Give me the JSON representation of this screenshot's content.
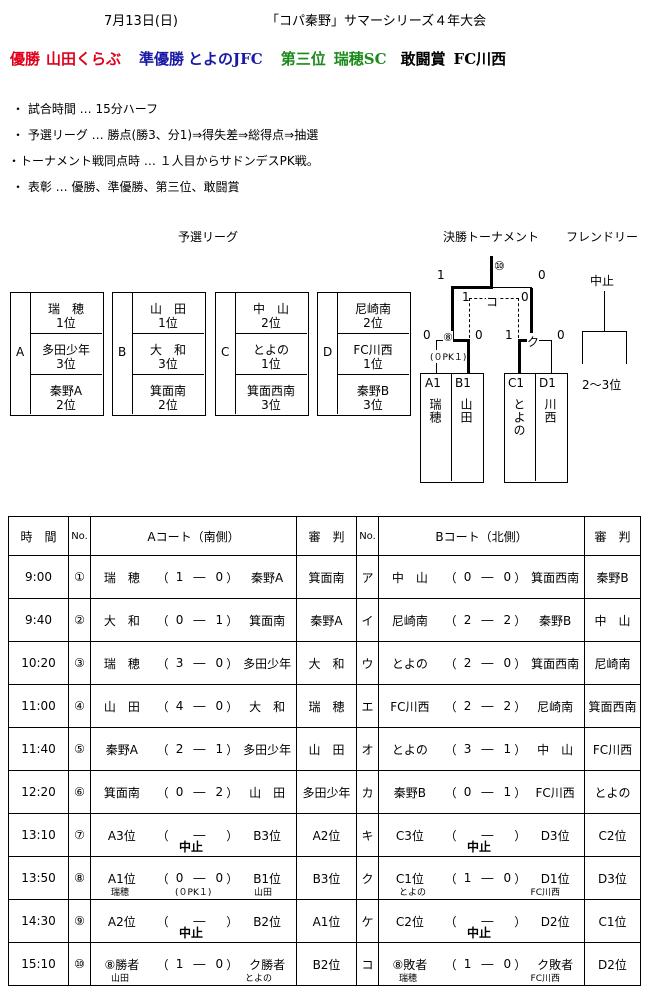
{
  "header": {
    "date": "7月13日(日)",
    "title": "「コパ秦野」サマーシリーズ４年大会"
  },
  "results": {
    "champion_label": "優勝",
    "champion": "山田くらぶ",
    "runner_up_label": "準優勝",
    "runner_up": "とよのJFC",
    "third_label": "第三位",
    "third": "瑞穂SC",
    "fighting_label": "敢闘賞",
    "fighting": "FC川西"
  },
  "colors": {
    "red": "#e0001b",
    "blue": "#1a1aa6",
    "green": "#1a8a1a",
    "black": "#000000"
  },
  "rules": [
    "・ 試合時間 … 15分ハーフ",
    "・ 予選リーグ … 勝点(勝3、分1)⇒得失差⇒総得点⇒抽選",
    "・トーナメント戦同点時 … １人目からサドンデスPK戦。",
    "・ 表彰 … 優勝、準優勝、第三位、敢闘賞"
  ],
  "sections": {
    "league": "予選リーグ",
    "tournament": "決勝トーナメント",
    "friendly": "フレンドリー"
  },
  "groups": [
    {
      "letter": "A",
      "teams": [
        {
          "name": "瑞　穂",
          "rank": "1位"
        },
        {
          "name": "多田少年",
          "rank": "3位"
        },
        {
          "name": "秦野A",
          "rank": "2位"
        }
      ]
    },
    {
      "letter": "B",
      "teams": [
        {
          "name": "山　田",
          "rank": "1位"
        },
        {
          "name": "大　和",
          "rank": "3位"
        },
        {
          "name": "箕面南",
          "rank": "2位"
        }
      ]
    },
    {
      "letter": "C",
      "teams": [
        {
          "name": "中　山",
          "rank": "2位"
        },
        {
          "name": "とよの",
          "rank": "1位"
        },
        {
          "name": "箕面西南",
          "rank": "3位"
        }
      ]
    },
    {
      "letter": "D",
      "teams": [
        {
          "name": "尼崎南",
          "rank": "2位"
        },
        {
          "name": "FC川西",
          "rank": "1位"
        },
        {
          "name": "秦野B",
          "rank": "3位"
        }
      ]
    }
  ],
  "bracket": {
    "final_no": "⑩",
    "semi1_no": "⑧",
    "semi1_pk": "(０PK１)",
    "semi2_label": "ク",
    "third_label": "コ",
    "slots": [
      {
        "code": "A1",
        "team": "瑞穂"
      },
      {
        "code": "B1",
        "team": "山田"
      },
      {
        "code": "C1",
        "team": "とよの"
      },
      {
        "code": "D1",
        "team": "川西"
      }
    ],
    "scores": {
      "final_left": "1",
      "final_right": "0",
      "third_left": "1",
      "third_right": "0",
      "s1_left": "0",
      "s1_right": "0",
      "s2_left": "1",
      "s2_right": "0"
    }
  },
  "friendly": {
    "status": "中止",
    "label": "2～3位"
  },
  "schedule": {
    "headers": {
      "time": "時　間",
      "no": "No.",
      "courtA": "Aコート（南側）",
      "ref": "審　判",
      "courtB": "Bコート（北側）"
    },
    "rows": [
      {
        "time": "9:00",
        "a_no": "①",
        "a_home": "瑞　穂",
        "a_hs": "1",
        "a_as": "0",
        "a_away": "秦野A",
        "a_ref": "箕面南",
        "b_no": "ア",
        "b_home": "中　山",
        "b_hs": "0",
        "b_as": "0",
        "b_away": "箕面西南",
        "b_ref": "秦野B"
      },
      {
        "time": "9:40",
        "a_no": "②",
        "a_home": "大　和",
        "a_hs": "0",
        "a_as": "1",
        "a_away": "箕面南",
        "a_ref": "秦野A",
        "b_no": "イ",
        "b_home": "尼崎南",
        "b_hs": "2",
        "b_as": "2",
        "b_away": "秦野B",
        "b_ref": "中　山"
      },
      {
        "time": "10:20",
        "a_no": "③",
        "a_home": "瑞　穂",
        "a_hs": "3",
        "a_as": "0",
        "a_away": "多田少年",
        "a_ref": "大　和",
        "b_no": "ウ",
        "b_home": "とよの",
        "b_hs": "2",
        "b_as": "0",
        "b_away": "箕面西南",
        "b_ref": "尼崎南"
      },
      {
        "time": "11:00",
        "a_no": "④",
        "a_home": "山　田",
        "a_hs": "4",
        "a_as": "0",
        "a_away": "大　和",
        "a_ref": "瑞　穂",
        "b_no": "エ",
        "b_home": "FC川西",
        "b_hs": "2",
        "b_as": "2",
        "b_away": "尼崎南",
        "b_ref": "箕面西南"
      },
      {
        "time": "11:40",
        "a_no": "⑤",
        "a_home": "秦野A",
        "a_hs": "2",
        "a_as": "1",
        "a_away": "多田少年",
        "a_ref": "山　田",
        "b_no": "オ",
        "b_home": "とよの",
        "b_hs": "3",
        "b_as": "1",
        "b_away": "中　山",
        "b_ref": "FC川西"
      },
      {
        "time": "12:20",
        "a_no": "⑥",
        "a_home": "箕面南",
        "a_hs": "0",
        "a_as": "2",
        "a_away": "山　田",
        "a_ref": "多田少年",
        "b_no": "カ",
        "b_home": "秦野B",
        "b_hs": "0",
        "b_as": "1",
        "b_away": "FC川西",
        "b_ref": "とよの"
      },
      {
        "time": "13:10",
        "a_no": "⑦",
        "a_home": "A3位",
        "a_hs": "",
        "a_as": "",
        "a_away": "B3位",
        "a_ref": "A2位",
        "a_note": "中止",
        "b_no": "キ",
        "b_home": "C3位",
        "b_hs": "",
        "b_as": "",
        "b_away": "D3位",
        "b_ref": "C2位",
        "b_note": "中止"
      },
      {
        "time": "13:50",
        "a_no": "⑧",
        "a_home": "A1位",
        "a_hs": "0",
        "a_as": "0",
        "a_away": "B1位",
        "a_ref": "B3位",
        "a_sub_home": "瑞穂",
        "a_sub_mid": "(０PK１)",
        "a_sub_away": "山田",
        "b_no": "ク",
        "b_home": "C1位",
        "b_hs": "1",
        "b_as": "0",
        "b_away": "D1位",
        "b_ref": "D3位",
        "b_sub_home": "とよの",
        "b_sub_away": "FC川西"
      },
      {
        "time": "14:30",
        "a_no": "⑨",
        "a_home": "A2位",
        "a_hs": "",
        "a_as": "",
        "a_away": "B2位",
        "a_ref": "A1位",
        "a_note": "中止",
        "b_no": "ケ",
        "b_home": "C2位",
        "b_hs": "",
        "b_as": "",
        "b_away": "D2位",
        "b_ref": "C1位",
        "b_note": "中止"
      },
      {
        "time": "15:10",
        "a_no": "⑩",
        "a_home": "⑧勝者",
        "a_hs": "1",
        "a_as": "0",
        "a_away": "ク勝者",
        "a_ref": "B2位",
        "a_sub_home": "山田",
        "a_sub_away": "とよの",
        "b_no": "コ",
        "b_home": "⑧敗者",
        "b_hs": "1",
        "b_as": "0",
        "b_away": "ク敗者",
        "b_ref": "D2位",
        "b_sub_home": "瑞穂",
        "b_sub_away": "FC川西"
      }
    ]
  }
}
